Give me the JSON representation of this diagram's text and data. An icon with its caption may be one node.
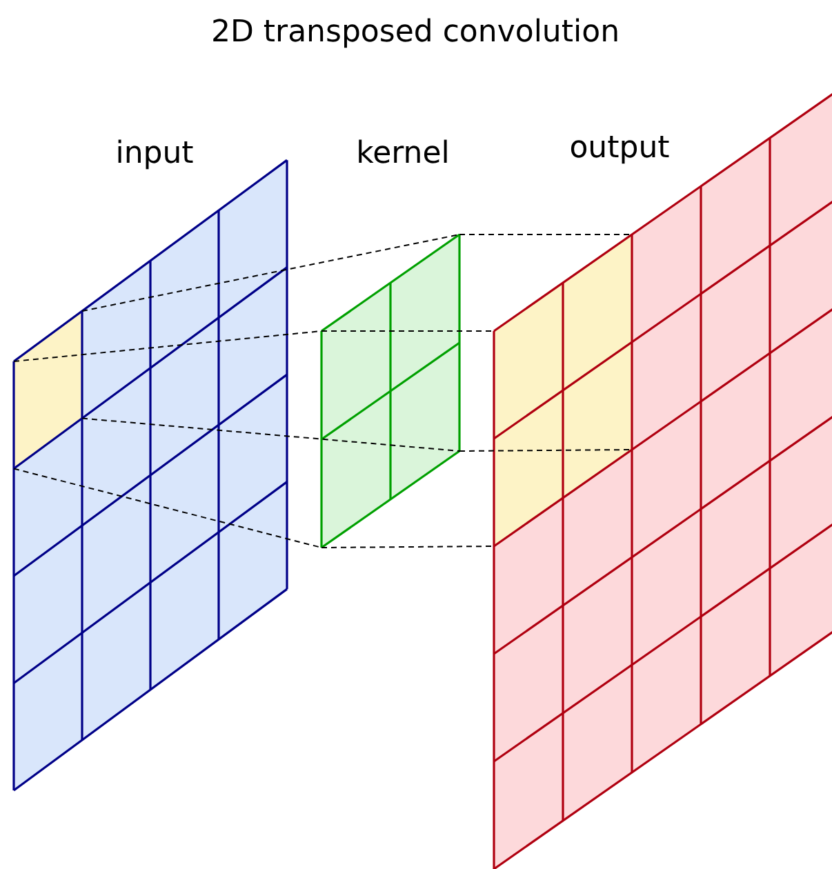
{
  "diagram": {
    "title": "2D transposed convolution",
    "nodes": [
      {
        "text": [
          "input"
        ]
      },
      {
        "text": [],
        "shape": "box",
        "in": 0
      },
      {
        "text": [
          "kernel"
        ]
      },
      {
        "text": [
          "output"
        ]
      },
      {
        "text": [],
        "shape": "box",
        "in": 3
      }
    ],
    "edges": [
      {
        "from": 1,
        "to": 2,
        "arrow": "none",
        "style": "dashed"
      },
      {
        "from": 1,
        "to": 2,
        "arrow": "none",
        "style": "dashed"
      },
      {
        "from": 1,
        "to": 2,
        "arrow": "none",
        "style": "dashed"
      },
      {
        "from": 1,
        "to": 2,
        "arrow": "none",
        "style": "dashed"
      },
      {
        "from": 2,
        "to": 4,
        "arrow": "none",
        "style": "dashed"
      },
      {
        "from": 2,
        "to": 4,
        "arrow": "none",
        "style": "dashed"
      },
      {
        "from": 2,
        "to": 4,
        "arrow": "none",
        "style": "dashed"
      },
      {
        "from": 2,
        "to": 4,
        "arrow": "none",
        "style": "dashed"
      }
    ]
  }
}
